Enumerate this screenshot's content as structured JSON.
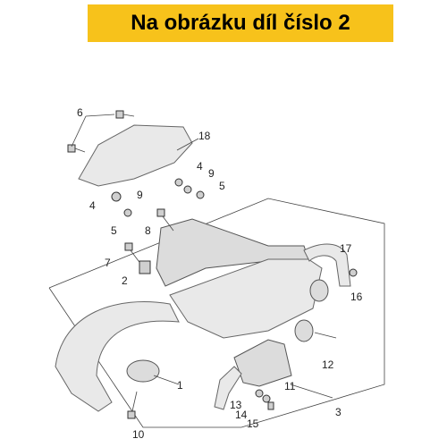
{
  "banner": {
    "text": "Na obrázku díl číslo 2",
    "background": "#f7c21b"
  },
  "callouts": [
    "6",
    "18",
    "4",
    "9",
    "5",
    "4",
    "9",
    "5",
    "8",
    "7",
    "2",
    "17",
    "16",
    "1",
    "11",
    "12",
    "13",
    "14",
    "15",
    "10",
    "3"
  ]
}
